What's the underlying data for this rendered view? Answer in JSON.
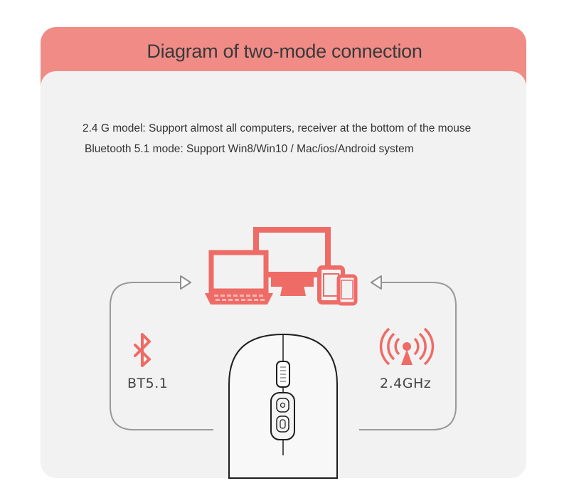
{
  "title": "Diagram of two-mode connection",
  "modes": {
    "line1": "2.4 G model: Support almost all computers, receiver at the bottom of the mouse",
    "line2": "Bluetooth 5.1 mode: Support Win8/Win10 / Mac/ios/Android system"
  },
  "labels": {
    "bluetooth": "BT5.1",
    "wireless": "2.4GHz"
  },
  "colors": {
    "accent": "#f08b86",
    "device": "#ef6b66",
    "background": "#f2f2f2",
    "arrow": "#9a9a9a"
  },
  "icons": [
    "bluetooth-icon",
    "wireless-signal-icon",
    "laptop-icon",
    "monitor-icon",
    "tablet-icon",
    "phone-icon",
    "mouse-icon"
  ]
}
